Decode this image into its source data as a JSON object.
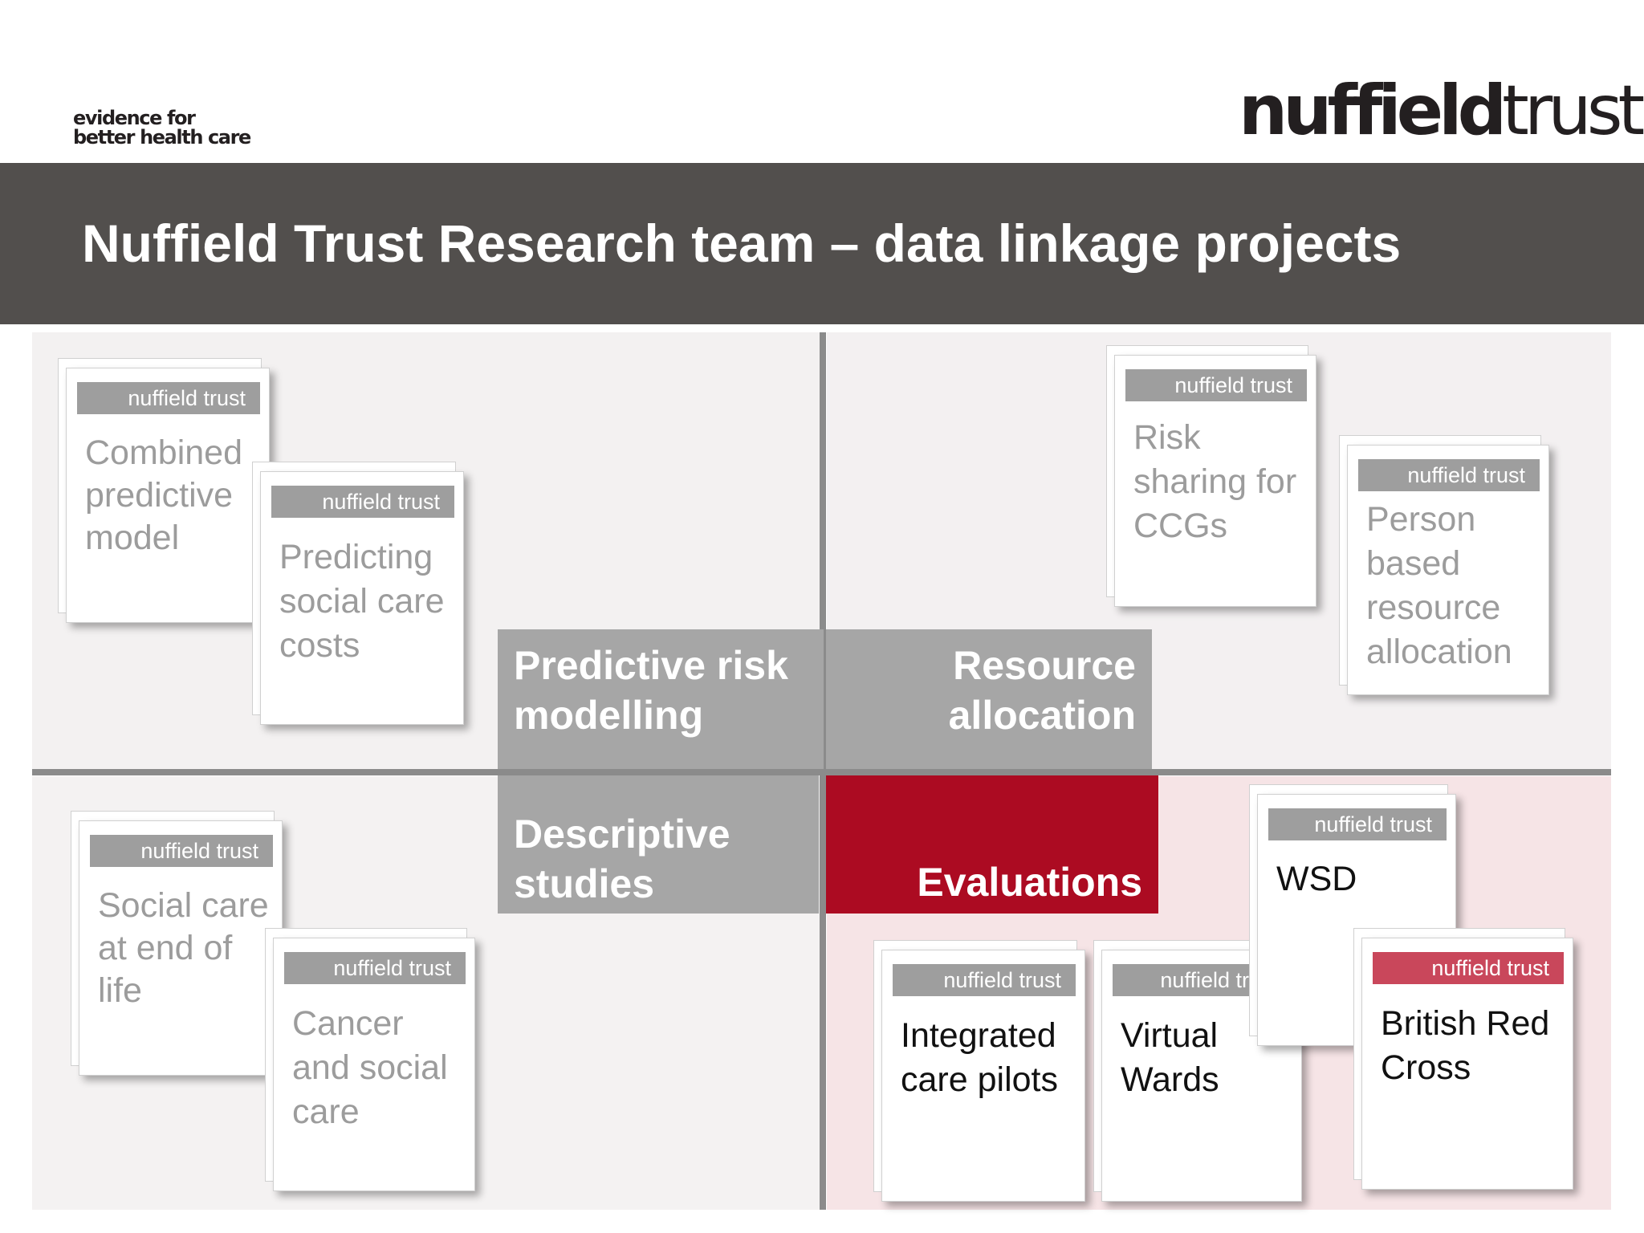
{
  "header": {
    "tagline_line1": "evidence for",
    "tagline_line2": "better health care",
    "logo_part1": "nuffield",
    "logo_part2": "trust"
  },
  "title": "Nuffield Trust Research team – data linkage projects",
  "quadrants": {
    "predictive_risk_modelling": "Predictive risk modelling",
    "resource_allocation": "Resource allocation",
    "descriptive_studies": "Descriptive studies",
    "evaluations": "Evaluations"
  },
  "card_tag": "nuffield trust",
  "cards": [
    {
      "text": "Combined predictive model",
      "style": "muted",
      "quadrant": "predictive_risk_modelling"
    },
    {
      "text": "Predicting social care costs",
      "style": "muted",
      "quadrant": "predictive_risk_modelling"
    },
    {
      "text": "Risk sharing for CCGs",
      "style": "muted",
      "quadrant": "resource_allocation"
    },
    {
      "text": "Person based resource allocation",
      "style": "muted",
      "quadrant": "resource_allocation"
    },
    {
      "text": "Social care at end of life",
      "style": "muted",
      "quadrant": "descriptive_studies"
    },
    {
      "text": "Cancer and social care",
      "style": "muted",
      "quadrant": "descriptive_studies"
    },
    {
      "text": "WSD",
      "style": "dark",
      "quadrant": "evaluations"
    },
    {
      "text": "Integrated care pilots",
      "style": "dark",
      "quadrant": "evaluations"
    },
    {
      "text": "Virtual Wards",
      "style": "dark",
      "quadrant": "evaluations"
    },
    {
      "text": "British Red Cross",
      "style": "dark",
      "quadrant": "evaluations",
      "tag_color": "#c9475b"
    }
  ],
  "colors": {
    "title_bar": "#524f4d",
    "evaluations_accent": "#ac0b22",
    "quadrant_box": "#a6a6a6",
    "card_tag": "#9e9e9e"
  }
}
